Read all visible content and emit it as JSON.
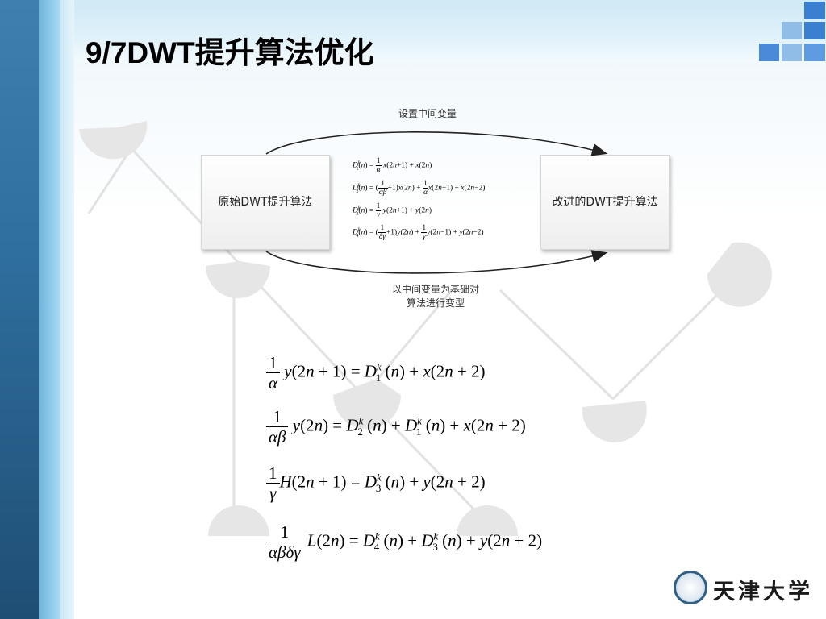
{
  "slide": {
    "title": "9/7DWT提升算法优化"
  },
  "diagram": {
    "left_box": "原始DWT提升算法",
    "right_box": "改进的DWT提升算法",
    "top_arrow_label": "设置中间变量",
    "bottom_arrow_label_line1": "以中间变量为基础对",
    "bottom_arrow_label_line2": "算法进行变型"
  },
  "logo": {
    "university": "天津大学"
  },
  "colors": {
    "accent_dark": "#2f6f9f",
    "accent_light": "#8fcbeb",
    "square_blue": "#3b7fd0"
  }
}
